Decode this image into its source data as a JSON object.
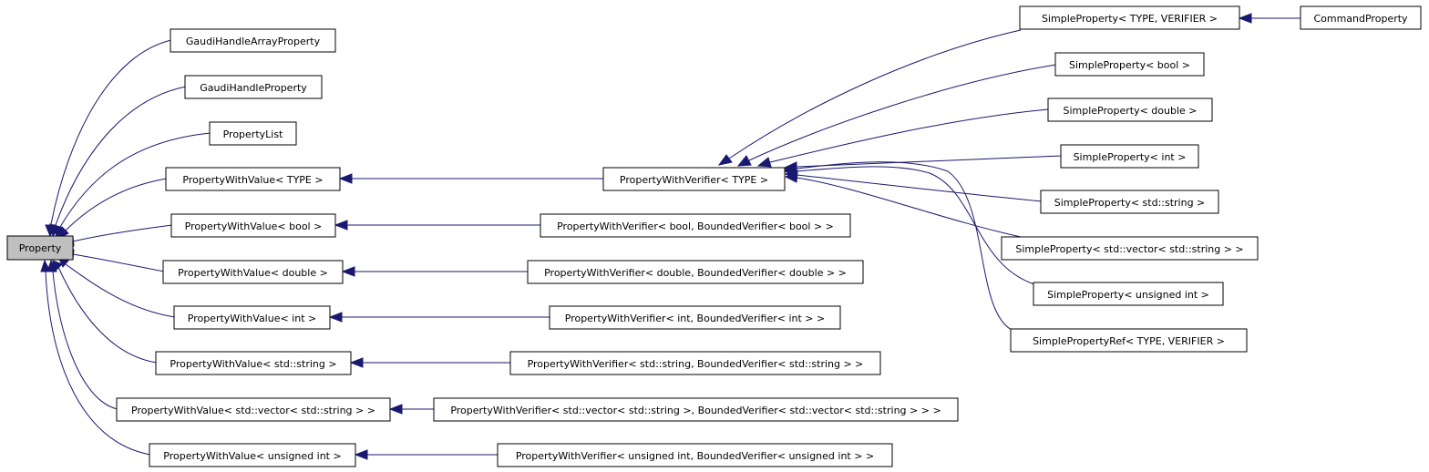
{
  "nodes": {
    "property": {
      "label": "Property"
    },
    "gaudi_handle_array_property": {
      "label": "GaudiHandleArrayProperty"
    },
    "gaudi_handle_property": {
      "label": "GaudiHandleProperty"
    },
    "property_list": {
      "label": "PropertyList"
    },
    "pwv_type": {
      "label": "PropertyWithValue< TYPE >"
    },
    "pwv_bool": {
      "label": "PropertyWithValue< bool >"
    },
    "pwv_double": {
      "label": "PropertyWithValue< double >"
    },
    "pwv_int": {
      "label": "PropertyWithValue< int >"
    },
    "pwv_string": {
      "label": "PropertyWithValue< std::string >"
    },
    "pwv_vector": {
      "label": "PropertyWithValue< std::vector< std::string > >"
    },
    "pwv_uint": {
      "label": "PropertyWithValue< unsigned int >"
    },
    "pwverif_type": {
      "label": "PropertyWithVerifier< TYPE >"
    },
    "pwverif_bool": {
      "label": "PropertyWithVerifier< bool, BoundedVerifier< bool > >"
    },
    "pwverif_double": {
      "label": "PropertyWithVerifier< double, BoundedVerifier< double > >"
    },
    "pwverif_int": {
      "label": "PropertyWithVerifier< int, BoundedVerifier< int > >"
    },
    "pwverif_string": {
      "label": "PropertyWithVerifier< std::string, BoundedVerifier< std::string > >"
    },
    "pwverif_vector": {
      "label": "PropertyWithVerifier< std::vector< std::string >, BoundedVerifier< std::vector< std::string > > >"
    },
    "pwverif_uint": {
      "label": "PropertyWithVerifier< unsigned int, BoundedVerifier< unsigned int > >"
    },
    "sp_type_verifier": {
      "label": "SimpleProperty< TYPE, VERIFIER >"
    },
    "command_property": {
      "label": "CommandProperty"
    },
    "sp_bool": {
      "label": "SimpleProperty< bool >"
    },
    "sp_double": {
      "label": "SimpleProperty< double >"
    },
    "sp_int": {
      "label": "SimpleProperty< int >"
    },
    "sp_string": {
      "label": "SimpleProperty< std::string >"
    },
    "sp_vector": {
      "label": "SimpleProperty< std::vector< std::string > >"
    },
    "sp_uint": {
      "label": "SimpleProperty< unsigned int >"
    },
    "spref_type_verifier": {
      "label": "SimplePropertyRef< TYPE, VERIFIER >"
    }
  },
  "edges": [
    {
      "from": "gaudi_handle_array_property",
      "to": "property"
    },
    {
      "from": "gaudi_handle_property",
      "to": "property"
    },
    {
      "from": "property_list",
      "to": "property"
    },
    {
      "from": "pwv_type",
      "to": "property"
    },
    {
      "from": "pwv_bool",
      "to": "property"
    },
    {
      "from": "pwv_double",
      "to": "property"
    },
    {
      "from": "pwv_int",
      "to": "property"
    },
    {
      "from": "pwv_string",
      "to": "property"
    },
    {
      "from": "pwv_vector",
      "to": "property"
    },
    {
      "from": "pwv_uint",
      "to": "property"
    },
    {
      "from": "pwverif_type",
      "to": "pwv_type"
    },
    {
      "from": "pwverif_bool",
      "to": "pwv_bool"
    },
    {
      "from": "pwverif_double",
      "to": "pwv_double"
    },
    {
      "from": "pwverif_int",
      "to": "pwv_int"
    },
    {
      "from": "pwverif_string",
      "to": "pwv_string"
    },
    {
      "from": "pwverif_vector",
      "to": "pwv_vector"
    },
    {
      "from": "pwverif_uint",
      "to": "pwv_uint"
    },
    {
      "from": "sp_type_verifier",
      "to": "pwverif_type"
    },
    {
      "from": "sp_bool",
      "to": "pwverif_type"
    },
    {
      "from": "sp_double",
      "to": "pwverif_type"
    },
    {
      "from": "sp_int",
      "to": "pwverif_type"
    },
    {
      "from": "sp_string",
      "to": "pwverif_type"
    },
    {
      "from": "sp_vector",
      "to": "pwverif_type"
    },
    {
      "from": "sp_uint",
      "to": "pwverif_type"
    },
    {
      "from": "spref_type_verifier",
      "to": "pwverif_type"
    },
    {
      "from": "command_property",
      "to": "sp_type_verifier"
    }
  ],
  "colors": {
    "edge": "#191970",
    "root_fill": "#bfbfbf",
    "node_fill": "#ffffff"
  }
}
